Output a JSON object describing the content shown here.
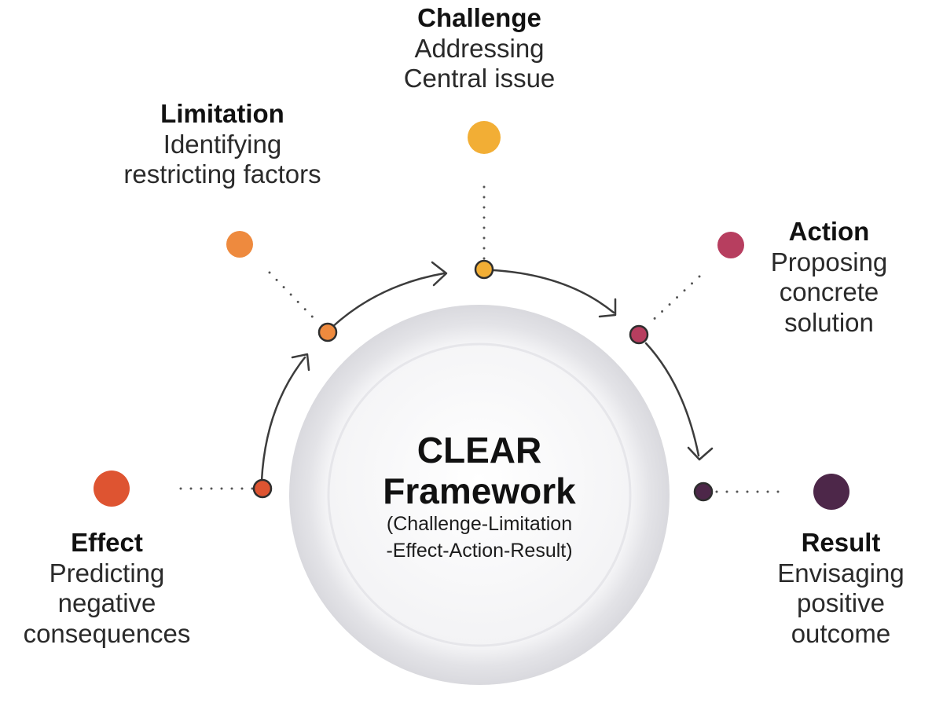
{
  "center": {
    "line1": "CLEAR",
    "line2": "Framework",
    "sub1": "(Challenge-Limitation",
    "sub2": "-Effect-Action-Result)"
  },
  "steps": {
    "challenge": {
      "title": "Challenge",
      "line1": "Addressing",
      "line2": "Central issue",
      "color": "#F2AE35"
    },
    "limitation": {
      "title": "Limitation",
      "line1": "Identifying",
      "line2": "restricting factors",
      "color": "#EE8A3E"
    },
    "effect": {
      "title": "Effect",
      "line1": "Predicting",
      "line2": "negative",
      "line3": "consequences",
      "color": "#DE5431"
    },
    "action": {
      "title": "Action",
      "line1": "Proposing",
      "line2": "concrete",
      "line3": "solution",
      "color": "#B73E5F"
    },
    "result": {
      "title": "Result",
      "line1": "Envisaging",
      "line2": "positive",
      "line3": "outcome",
      "color": "#4D2749"
    }
  }
}
